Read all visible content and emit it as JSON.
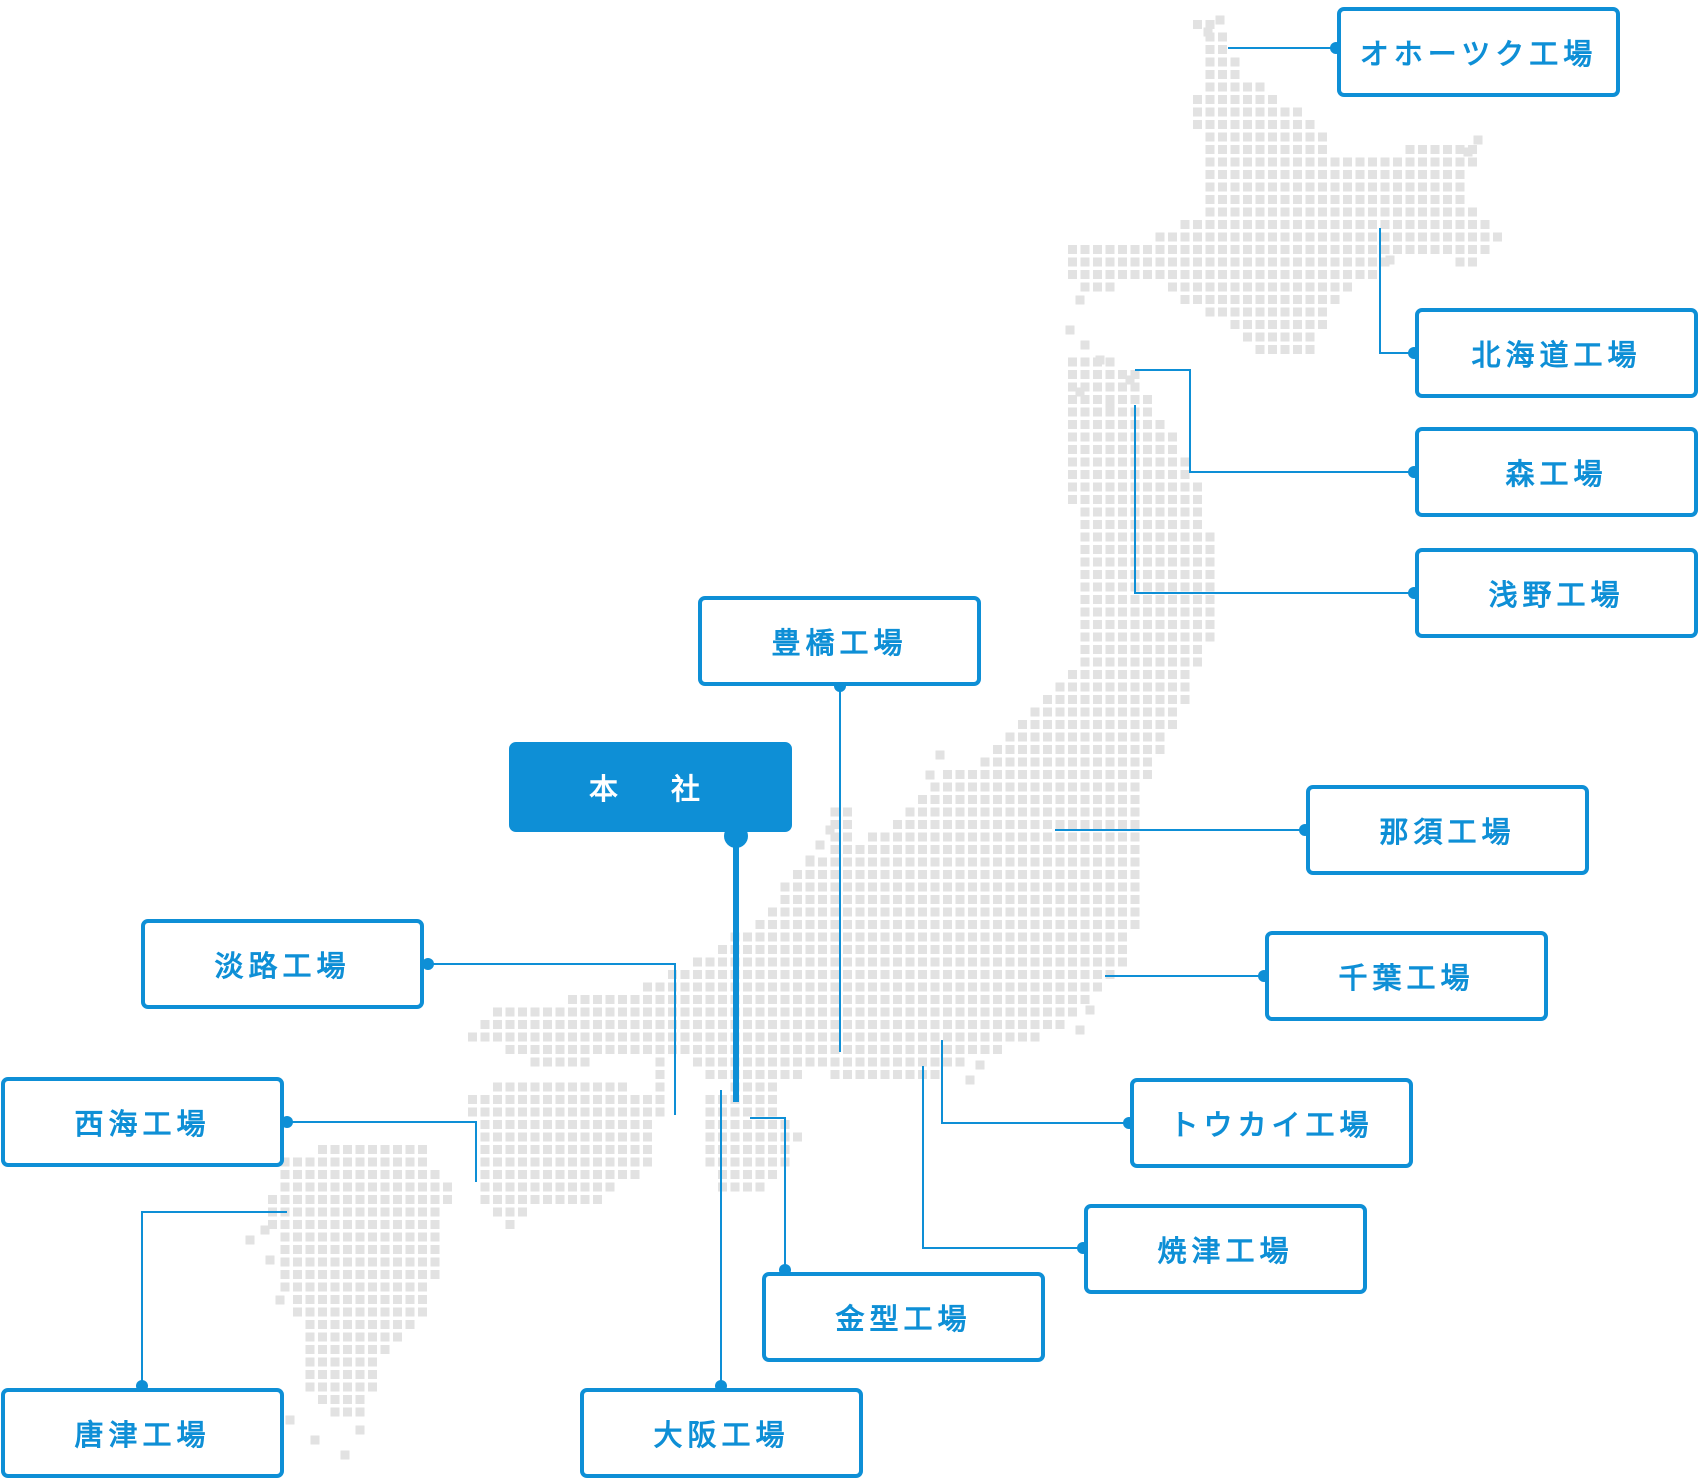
{
  "colors": {
    "accent": "#0e8fd6",
    "map_dot": "#e2e2e2",
    "background": "#ffffff"
  },
  "map": {
    "headquarters": {
      "label": "本　社"
    },
    "factories": [
      {
        "id": "okhotsk",
        "label": "オホーツク工場"
      },
      {
        "id": "hokkaido",
        "label": "北海道工場"
      },
      {
        "id": "mori",
        "label": "森工場"
      },
      {
        "id": "asano",
        "label": "浅野工場"
      },
      {
        "id": "toyohashi",
        "label": "豊橋工場"
      },
      {
        "id": "nasu",
        "label": "那須工場"
      },
      {
        "id": "chiba",
        "label": "千葉工場"
      },
      {
        "id": "awaji",
        "label": "淡路工場"
      },
      {
        "id": "saikai",
        "label": "西海工場"
      },
      {
        "id": "toukai",
        "label": "トウカイ工場"
      },
      {
        "id": "yaizu",
        "label": "焼津工場"
      },
      {
        "id": "kanagata",
        "label": "金型工場"
      },
      {
        "id": "karatsu",
        "label": "唐津工場"
      },
      {
        "id": "osaka",
        "label": "大阪工場"
      }
    ]
  }
}
